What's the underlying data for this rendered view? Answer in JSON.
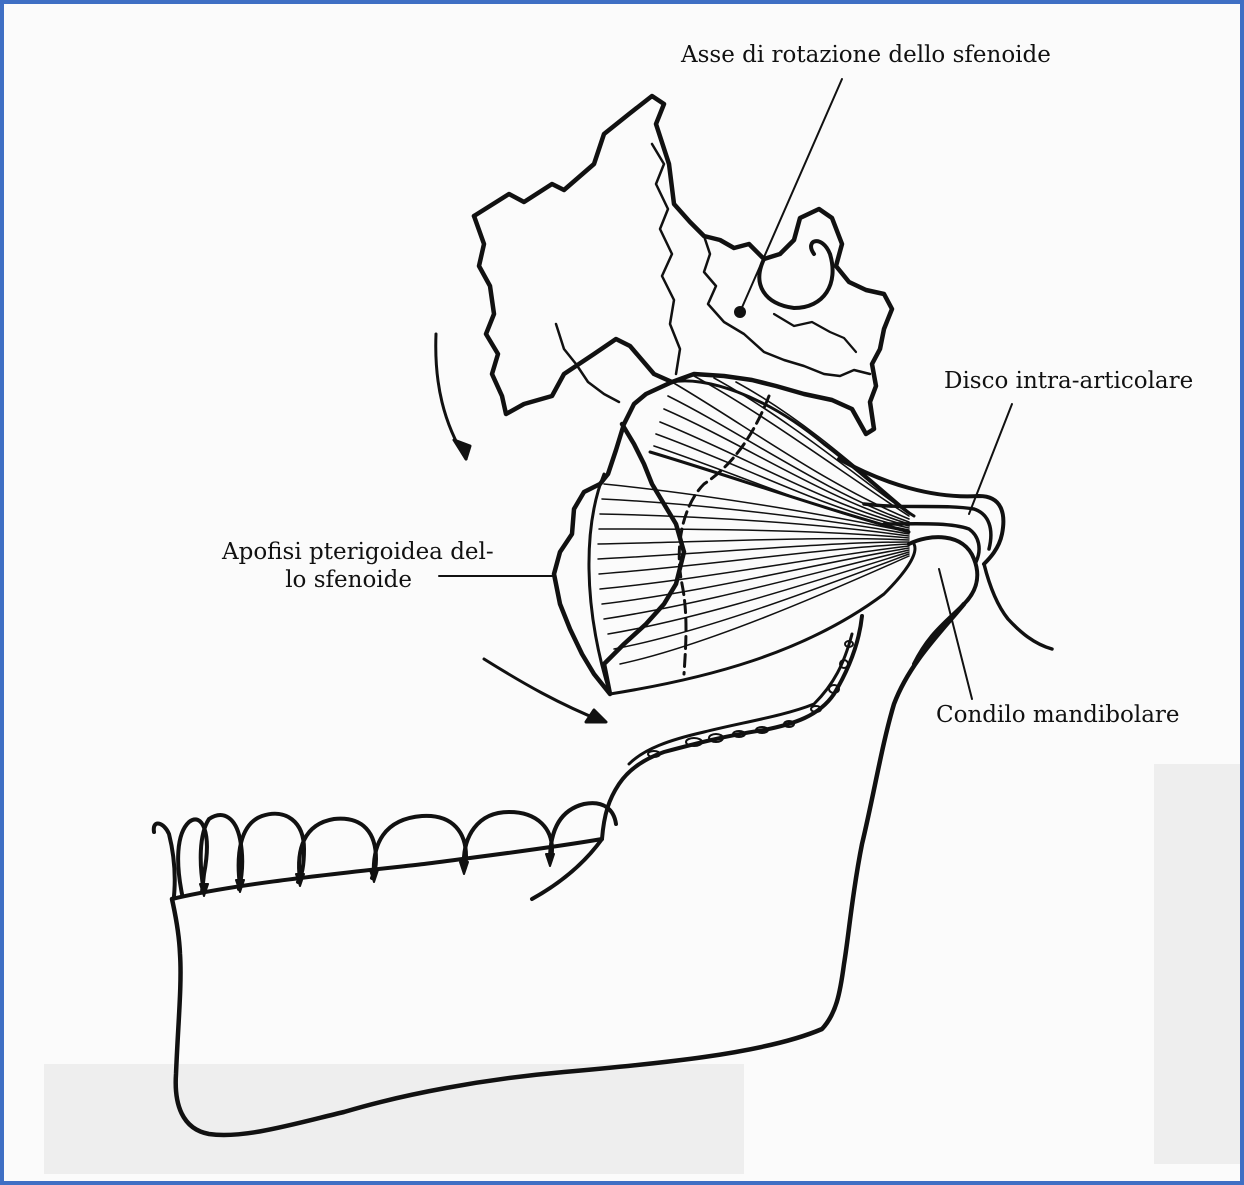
{
  "labels": {
    "rotation_axis": "Asse di rotazione dello sfenoide",
    "disc": "Disco intra-articolare",
    "pterygoid_line1": "Apofisi pterigoidea del-",
    "pterygoid_line2": "lo sfenoide",
    "condyle": "Condilo mandibolare"
  },
  "colors": {
    "frame": "#3f6fc4",
    "ink": "#111111"
  }
}
